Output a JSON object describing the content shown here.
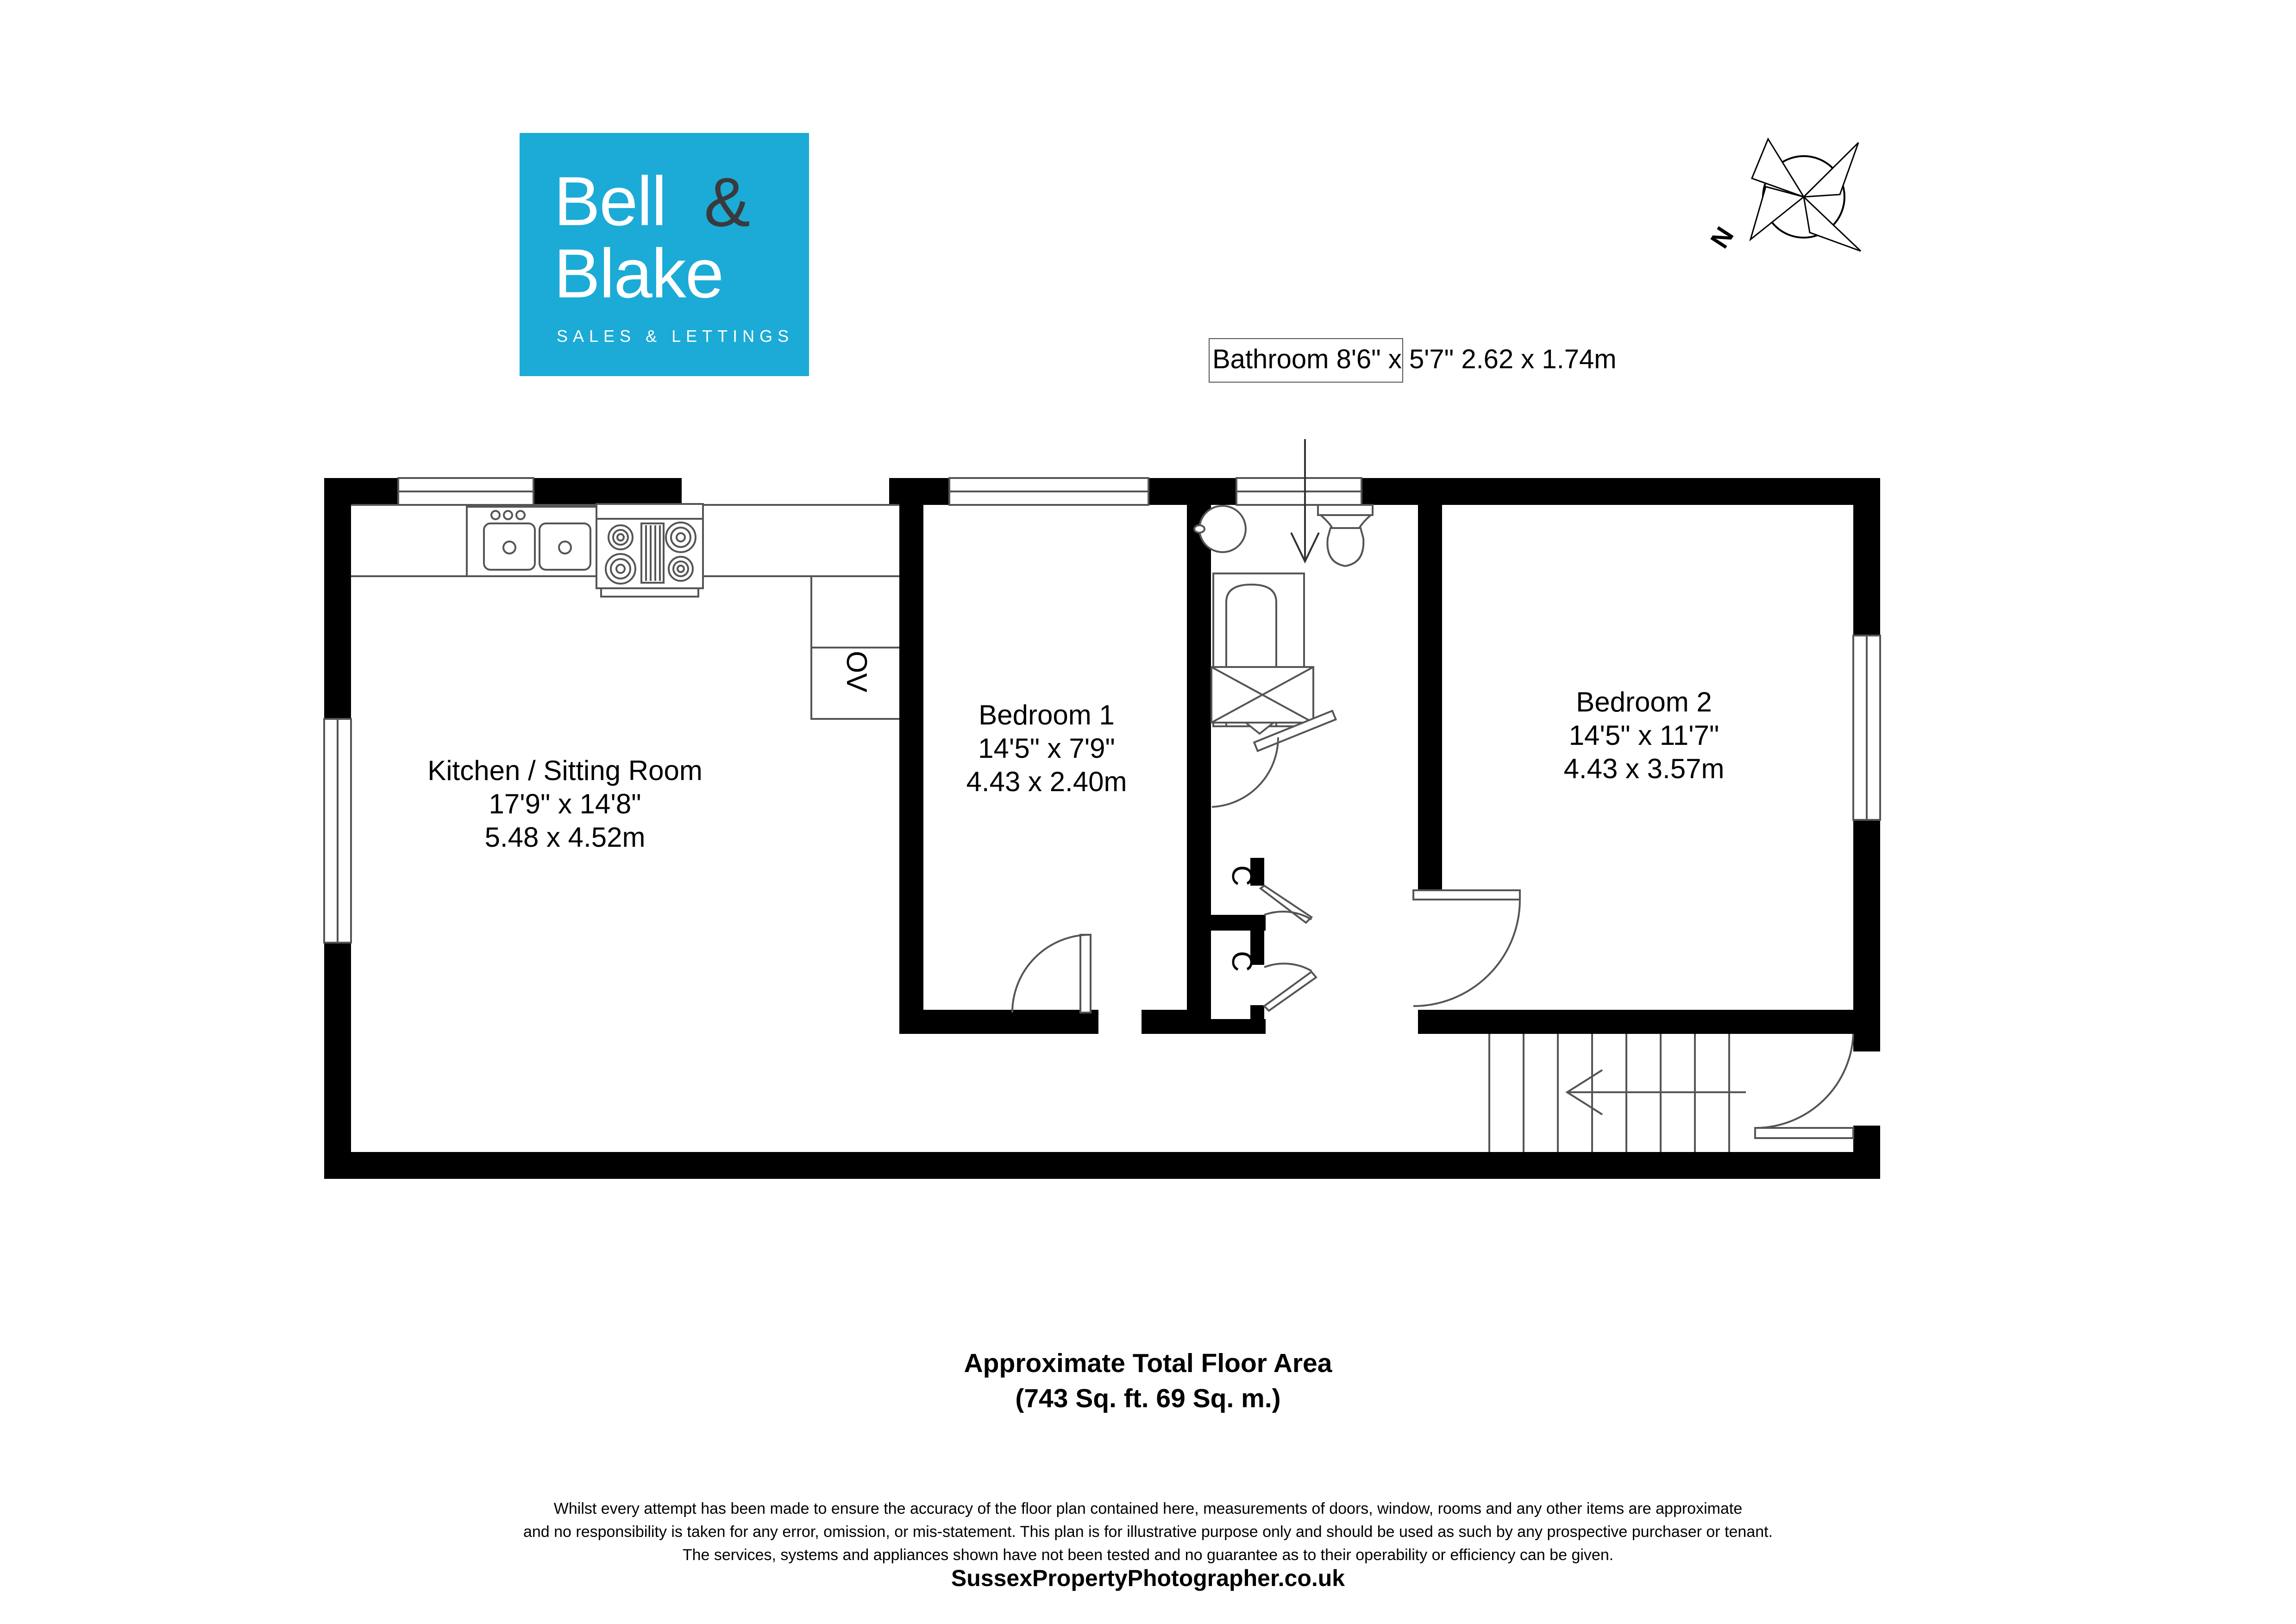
{
  "logo": {
    "line1": "Bell",
    "amp": "&",
    "line2": "Blake",
    "subtitle": "SALES & LETTINGS",
    "background_color": "#1BABD6",
    "text_color": "#FFFFFF",
    "amp_color": "#3A3A3C"
  },
  "compass": {
    "north_label": "N",
    "icon": "compass-rose-icon"
  },
  "rooms": [
    {
      "id": "kitchen",
      "name": "Kitchen / Sitting Room",
      "imperial": "17'9\" x 14'8\"",
      "metric": "5.48 x 4.52m"
    },
    {
      "id": "bedroom1",
      "name": "Bedroom 1",
      "imperial": "14'5\" x 7'9\"",
      "metric": "4.43 x 2.40m"
    },
    {
      "id": "bedroom2",
      "name": "Bedroom 2",
      "imperial": "14'5\" x 11'7\"",
      "metric": "4.43 x 3.57m"
    },
    {
      "id": "bathroom",
      "name": "Bathroom",
      "imperial": "8'6\" x 5'7\"",
      "metric": "2.62 x 1.74m"
    }
  ],
  "annotations": {
    "oven": "OV",
    "cupboard_1": "C",
    "cupboard_2": "C"
  },
  "fixtures": [
    {
      "name": "kitchen-sink",
      "label": ""
    },
    {
      "name": "hob-cooker",
      "label": ""
    },
    {
      "name": "oven-unit",
      "label": "OV"
    },
    {
      "name": "toilet",
      "label": ""
    },
    {
      "name": "bath",
      "label": ""
    },
    {
      "name": "wash-basin",
      "label": ""
    },
    {
      "name": "staircase",
      "label": ""
    }
  ],
  "footer": {
    "area_title": "Approximate Total Floor Area",
    "area_value": "(743 Sq. ft. 69 Sq. m.)",
    "disclaimer_line1": "Whilst every attempt has been made to ensure the accuracy of the floor plan contained here, measurements of doors, window, rooms and any other items are approximate",
    "disclaimer_line2": "and no responsibility is taken for any error, omission, or mis-statement. This plan is for illustrative purpose only and should be used as such by any prospective purchaser or tenant.",
    "disclaimer_line3": "The services, systems and appliances shown have not been tested and no guarantee as to their operability or efficiency can be given.",
    "website": "SussexPropertyPhotographer.co.uk"
  },
  "colors": {
    "wall": "#000000",
    "fixture_line": "#555555",
    "background": "#FFFFFF",
    "brand": "#1BABD6"
  }
}
